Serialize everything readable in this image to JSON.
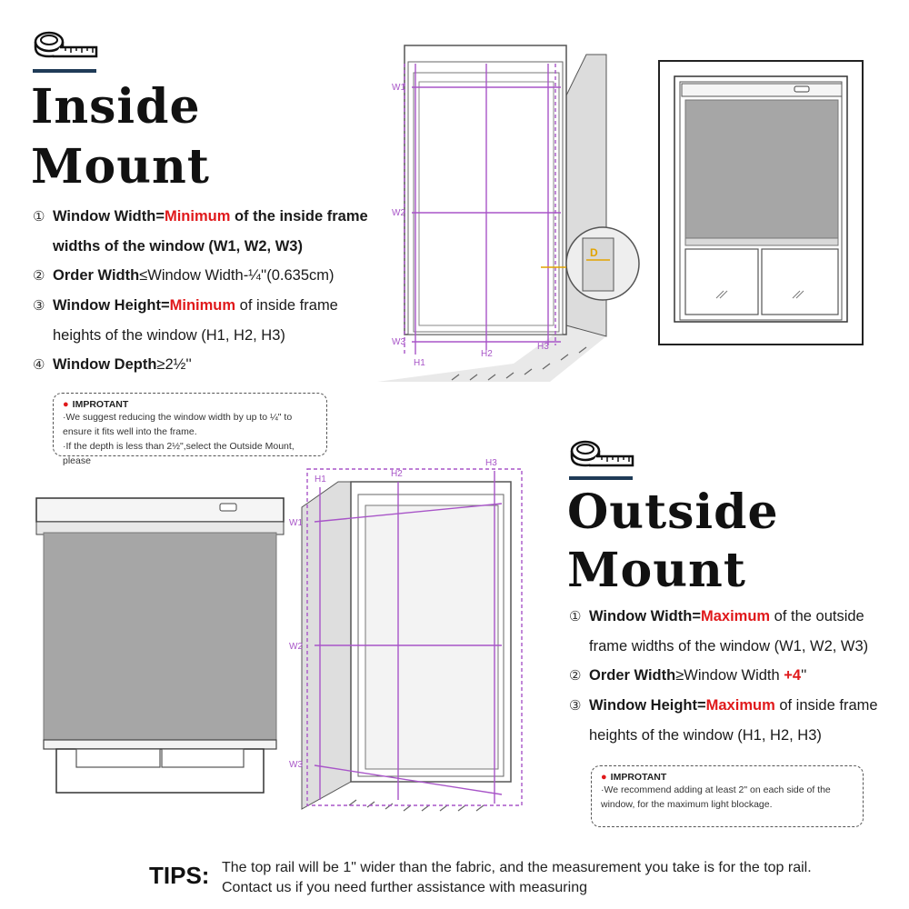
{
  "inside": {
    "title_line1": "Inside",
    "title_line2": "Mount",
    "steps": [
      {
        "num": "①",
        "label": "Window Width=",
        "highlight": "Minimum",
        "rest": " of the inside frame",
        "cont": "widths of the window (W1, W2, W3)"
      },
      {
        "num": "②",
        "label": "Order Width",
        "rest": "≤Window Width-¼''(0.635cm)"
      },
      {
        "num": "③",
        "label": "Window Height=",
        "highlight": "Minimum",
        "rest": " of inside frame",
        "cont": "heights of the window (H1, H2, H3)"
      },
      {
        "num": "④",
        "label": "Window Depth",
        "rest": "≥2½''"
      }
    ],
    "note": {
      "title": "IMPROTANT",
      "lines": [
        "·We suggest reducing the window width by up to ¼\" to",
        "ensure it fits well into the frame.",
        "·If the depth is less than 2½\",select the Outside Mount, please"
      ]
    },
    "diagram_labels": {
      "w1": "W1",
      "w2": "W2",
      "w3": "W3",
      "h1": "H1",
      "h2": "H2",
      "h3": "H3",
      "d": "D"
    }
  },
  "outside": {
    "title_line1": "Outside",
    "title_line2": "Mount",
    "steps": [
      {
        "num": "①",
        "label": "Window Width=",
        "highlight": "Maximum",
        "rest": " of the outside",
        "cont": "frame widths of the window (W1, W2, W3)"
      },
      {
        "num": "②",
        "label": "Order Width",
        "rest": "≥Window Width ",
        "highlight": "+4",
        "tail": "''"
      },
      {
        "num": "③",
        "label": "Window Height=",
        "highlight": "Maximum",
        "rest": " of inside frame",
        "cont": "heights of the window (H1, H2, H3)"
      }
    ],
    "note": {
      "title": "IMPROTANT",
      "lines": [
        "·We recommend adding at least 2\" on each side of the",
        "window, for the maximum light blockage."
      ]
    },
    "diagram_labels": {
      "w1": "W1",
      "w2": "W2",
      "w3": "W3",
      "h1": "H1",
      "h2": "H2",
      "h3": "H3"
    }
  },
  "tips": {
    "label": "TIPS:",
    "line1": "The top rail will be 1\" wider than the fabric, and the measurement you take is for the top rail.",
    "line2": "Contact us if you need further assistance with measuring"
  },
  "colors": {
    "accent_red": "#e0191b",
    "rule_navy": "#1f3b57",
    "measure_purple": "#a855c8",
    "shade_gray": "#a6a6a6"
  }
}
